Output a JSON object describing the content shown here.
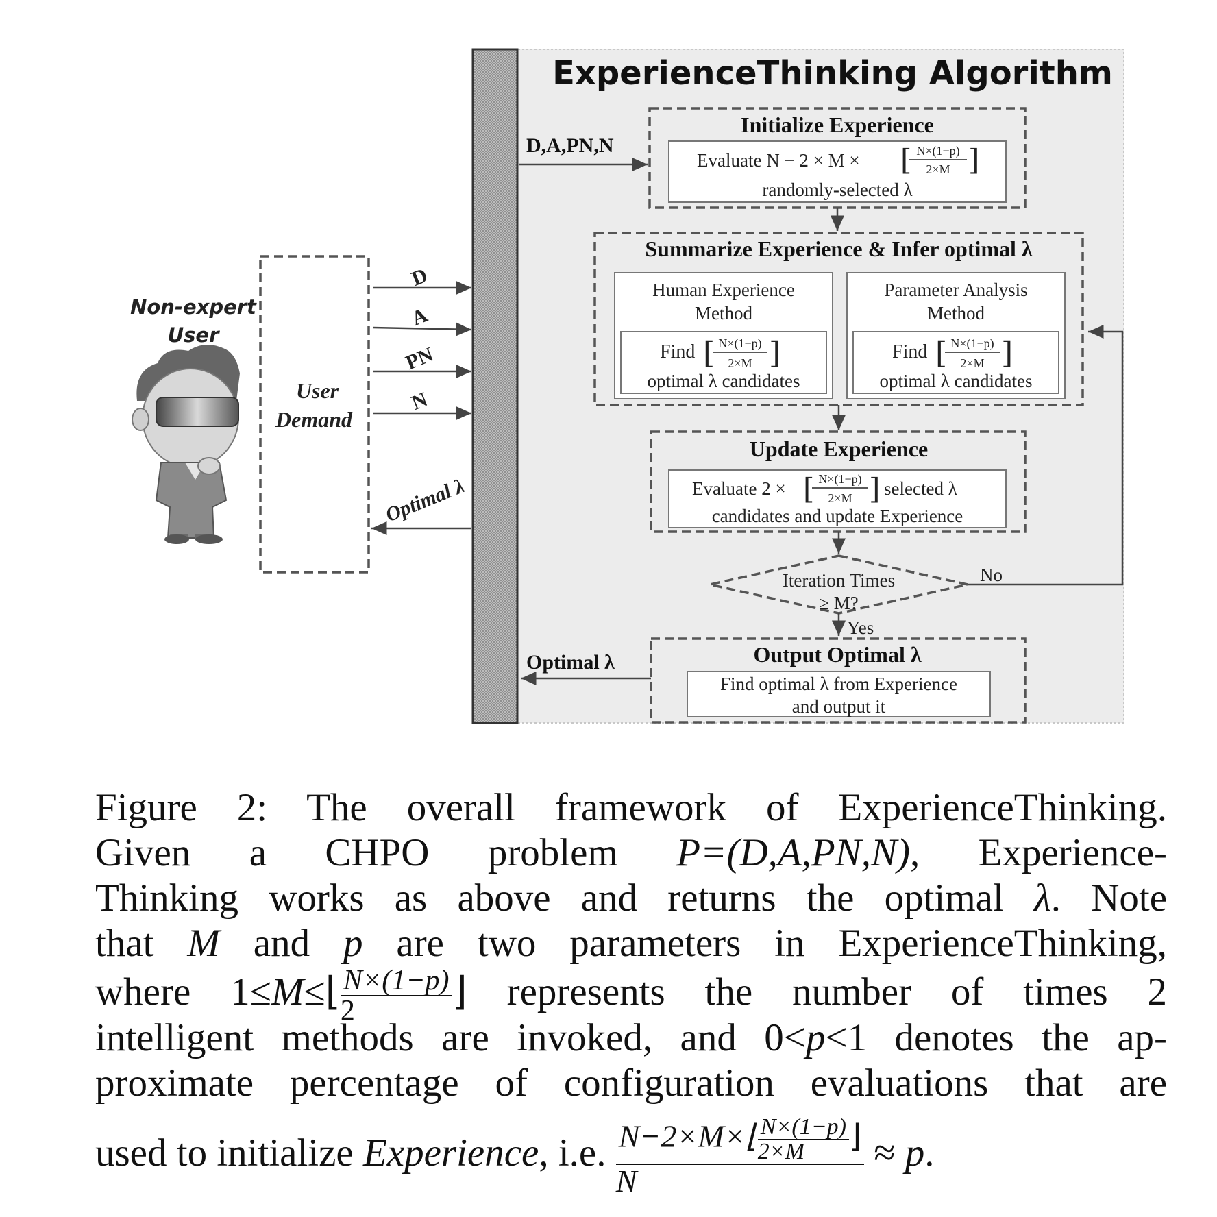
{
  "figure": {
    "algorithm_title": "ExperienceThinking Algorithm",
    "user_label_line1": "Non-expert",
    "user_label_line2": "User",
    "user_demand_line1": "User",
    "user_demand_line2": "Demand",
    "inputs": [
      "D",
      "A",
      "PN",
      "N"
    ],
    "optimal_out_label": "Optimal λ",
    "bus_in_label": "D,A,PN,N",
    "bus_out_label": "Optimal λ",
    "initialize": {
      "title": "Initialize Experience",
      "line1_prefix": "Evaluate N − 2 × M ×",
      "frac_num": "N×(1−p)",
      "frac_den": "2×M",
      "line2": "randomly-selected λ"
    },
    "summarize": {
      "title": "Summarize Experience & Infer optimal λ",
      "left_method_line1": "Human Experience",
      "left_method_line2": "Method",
      "right_method_line1": "Parameter Analysis",
      "right_method_line2": "Method",
      "find_prefix": "Find",
      "frac_num": "N×(1−p)",
      "frac_den": "2×M",
      "candidates": "optimal λ candidates"
    },
    "update": {
      "title": "Update Experience",
      "line1_prefix": "Evaluate 2 ×",
      "frac_num": "N×(1−p)",
      "frac_den": "2×M",
      "line1_suffix": "selected λ",
      "line2": "candidates and update Experience"
    },
    "decision": {
      "line1": "Iteration Times",
      "line2": "≥ M?",
      "no_label": "No",
      "yes_label": "Yes"
    },
    "output": {
      "title": "Output Optimal λ",
      "line1": "Find optimal λ from Experience",
      "line2": "and output it"
    }
  },
  "caption": {
    "l1": "Figure 2: The overall framework of ExperienceThinking.",
    "l2_a": "Given a CHPO problem",
    "l2_math": "P=(D,A,PN,N)",
    "l2_b": ", Experience-",
    "l3_a": "Thinking works as above and returns the optimal",
    "l3_lambda": "λ",
    "l3_b": ". Note",
    "l4_a": "that",
    "l4_M": "M",
    "l4_b": "and",
    "l4_p": "p",
    "l4_c": "are two parameters in ExperienceThinking,",
    "l5_a": "where 1≤",
    "l5_M": "M",
    "l5_b": "≤⌊",
    "l5_num": "N×(1−p)",
    "l5_den": "2",
    "l5_c": "⌋ represents the number of times 2",
    "l6_a": "intelligent methods are invoked, and 0<",
    "l6_p": "p",
    "l6_b": "<1 denotes the ap-",
    "l7": "proximate percentage of configuration evaluations that are",
    "l8_a": "used to initialize",
    "l8_exp": "Experience",
    "l8_b": ", i.e.",
    "l8_num_a": "N−2×M×⌊",
    "l8_inner_num": "N×(1−p)",
    "l8_inner_den": "2×M",
    "l8_num_b": "⌋",
    "l8_den": "N",
    "l8_c": "≈",
    "l8_p": "p",
    "l8_d": "."
  }
}
